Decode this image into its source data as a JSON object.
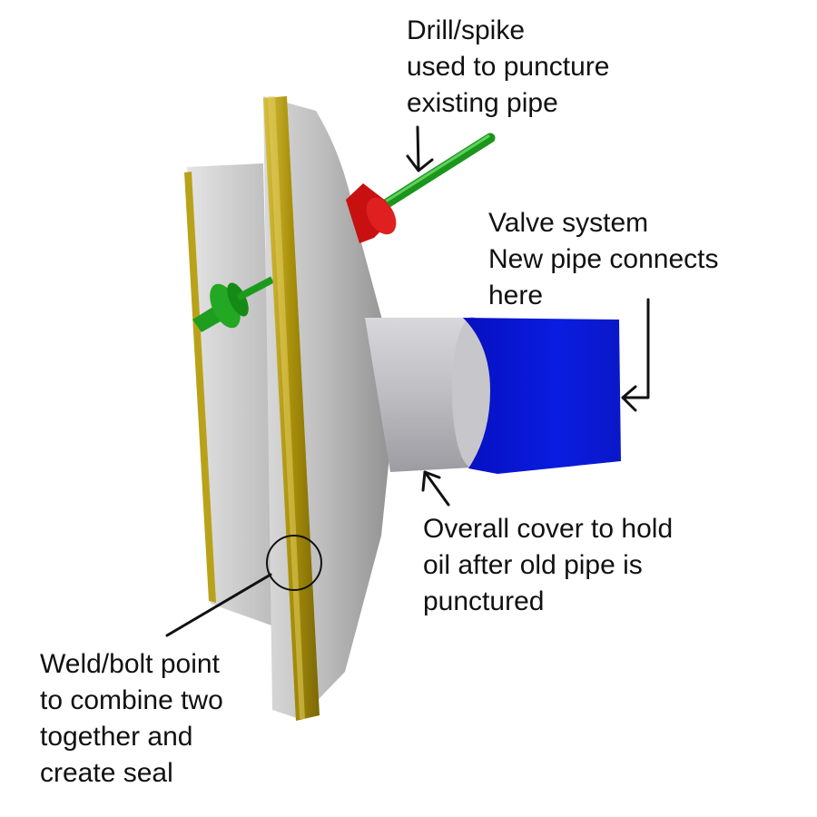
{
  "annotations": {
    "drill": {
      "lines": [
        "Drill/spike",
        "used to puncture",
        "existing pipe"
      ]
    },
    "valve": {
      "lines": [
        "Valve system",
        "New pipe connects",
        "here"
      ]
    },
    "cover": {
      "lines": [
        "Overall cover to hold",
        "oil after old pipe is",
        "punctured"
      ]
    },
    "weld": {
      "lines": [
        "Weld/bolt point",
        "to combine two",
        "together and",
        "create seal"
      ]
    }
  },
  "colors": {
    "cover_body": "#a9a9a9",
    "flange_trim": "#b39b12",
    "spike": "#1d9a1d",
    "drill_cap": "#cc1111",
    "valve_block": "#0a1ad8",
    "pipe": "#c8c8cc"
  }
}
